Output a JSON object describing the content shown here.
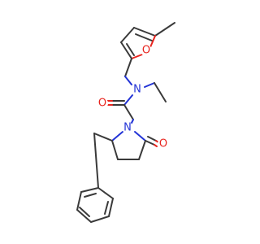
{
  "molecule": {
    "atoms": {
      "furan_oxygen": {
        "symbol": "O",
        "color": "#e8241e"
      },
      "amide_nitrogen": {
        "symbol": "N",
        "color": "#2233d6"
      },
      "amide_oxygen": {
        "symbol": "O",
        "color": "#e8241e"
      },
      "ring_nitrogen": {
        "symbol": "N",
        "color": "#2233d6"
      },
      "lactam_oxygen": {
        "symbol": "O",
        "color": "#e8241e"
      }
    },
    "colors": {
      "bond": "#3a3a3a",
      "background": "#ffffff"
    }
  }
}
